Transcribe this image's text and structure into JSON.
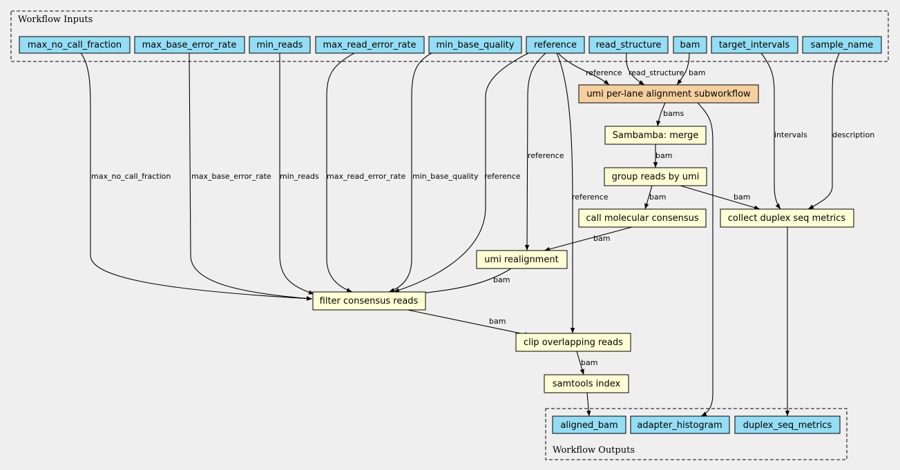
{
  "colors": {
    "background": "#efefef",
    "io_fill": "#94ddf4",
    "subworkflow_fill": "#f6cfa0",
    "task_fill": "#ffffd5"
  },
  "clusters": {
    "inputs_label": "Workflow Inputs",
    "outputs_label": "Workflow Outputs"
  },
  "nodes": {
    "max_no_call_fraction": "max_no_call_fraction",
    "max_base_error_rate": "max_base_error_rate",
    "min_reads": "min_reads",
    "max_read_error_rate": "max_read_error_rate",
    "min_base_quality": "min_base_quality",
    "reference": "reference",
    "read_structure": "read_structure",
    "bam": "bam",
    "target_intervals": "target_intervals",
    "sample_name": "sample_name",
    "umi_alignment": "umi per-lane alignment subworkflow",
    "sambamba_merge": "Sambamba: merge",
    "group_reads": "group reads by umi",
    "call_consensus": "call molecular consensus",
    "collect_metrics": "collect duplex seq metrics",
    "umi_realignment": "umi realignment",
    "filter_consensus": "filter consensus reads",
    "clip_overlapping": "clip overlapping reads",
    "samtools_index": "samtools index",
    "aligned_bam": "aligned_bam",
    "adapter_histogram": "adapter_histogram",
    "duplex_seq_metrics": "duplex_seq_metrics"
  },
  "edge_labels": {
    "max_no_call_fraction": "max_no_call_fraction",
    "max_base_error_rate": "max_base_error_rate",
    "min_reads": "min_reads",
    "max_read_error_rate": "max_read_error_rate",
    "min_base_quality": "min_base_quality",
    "ref_to_filter": "reference",
    "ref_to_realign": "reference",
    "ref_to_clip": "reference",
    "ref_to_align": "reference",
    "read_structure": "read_structure",
    "bam_to_align": "bam",
    "bams": "bams",
    "merge_to_group": "bam",
    "group_to_consensus": "bam",
    "group_to_metrics": "bam",
    "intervals": "intervals",
    "description": "description",
    "consensus_to_realign": "bam",
    "realign_to_filter": "bam",
    "filter_to_clip": "bam",
    "clip_to_index": "bam"
  }
}
